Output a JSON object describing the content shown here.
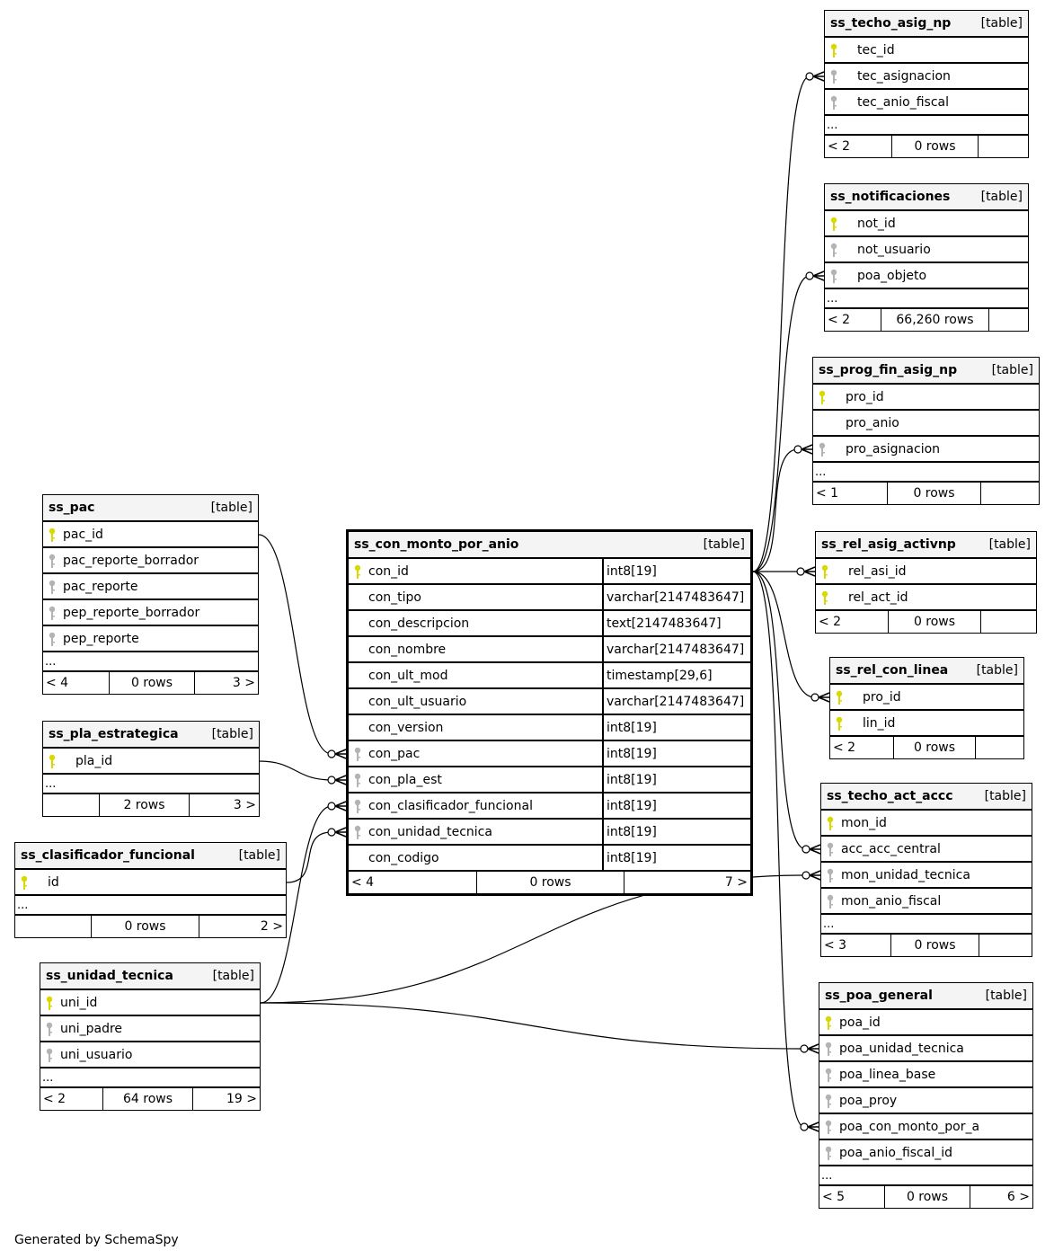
{
  "footer": "Generated by SchemaSpy",
  "colors": {
    "primary_key": "#d9d900",
    "foreign_key": "#b3b3b3",
    "header_bg": "#f4f4f4",
    "line": "#000000"
  },
  "tables": {
    "ss_techo_asig_np": {
      "name": "ss_techo_asig_np",
      "kind": "[table]",
      "columns": [
        {
          "name": "tec_id",
          "key": "pk"
        },
        {
          "name": "tec_asignacion",
          "key": "fk"
        },
        {
          "name": "tec_anio_fiscal",
          "key": "fk"
        }
      ],
      "ellipsis": "...",
      "parents": "< 2",
      "rows": "0 rows",
      "children": ""
    },
    "ss_notificaciones": {
      "name": "ss_notificaciones",
      "kind": "[table]",
      "columns": [
        {
          "name": "not_id",
          "key": "pk"
        },
        {
          "name": "not_usuario",
          "key": "fk"
        },
        {
          "name": "poa_objeto",
          "key": "fk"
        }
      ],
      "ellipsis": "...",
      "parents": "< 2",
      "rows": "66,260 rows",
      "children": ""
    },
    "ss_prog_fin_asig_np": {
      "name": "ss_prog_fin_asig_np",
      "kind": "[table]",
      "columns": [
        {
          "name": "pro_id",
          "key": "pk"
        },
        {
          "name": "pro_anio",
          "key": ""
        },
        {
          "name": "pro_asignacion",
          "key": "fk"
        }
      ],
      "ellipsis": "...",
      "parents": "< 1",
      "rows": "0 rows",
      "children": ""
    },
    "ss_rel_asig_activnp": {
      "name": "ss_rel_asig_activnp",
      "kind": "[table]",
      "columns": [
        {
          "name": "rel_asi_id",
          "key": "pk"
        },
        {
          "name": "rel_act_id",
          "key": "pk"
        }
      ],
      "parents": "< 2",
      "rows": "0 rows",
      "children": ""
    },
    "ss_rel_con_linea": {
      "name": "ss_rel_con_linea",
      "kind": "[table]",
      "columns": [
        {
          "name": "pro_id",
          "key": "pk"
        },
        {
          "name": "lin_id",
          "key": "pk"
        }
      ],
      "parents": "< 2",
      "rows": "0 rows",
      "children": ""
    },
    "ss_techo_act_accc": {
      "name": "ss_techo_act_accc",
      "kind": "[table]",
      "columns": [
        {
          "name": "mon_id",
          "key": "pk"
        },
        {
          "name": "acc_acc_central",
          "key": "fk"
        },
        {
          "name": "mon_unidad_tecnica",
          "key": "fk"
        },
        {
          "name": "mon_anio_fiscal",
          "key": "fk"
        }
      ],
      "ellipsis": "...",
      "parents": "< 3",
      "rows": "0 rows",
      "children": ""
    },
    "ss_poa_general": {
      "name": "ss_poa_general",
      "kind": "[table]",
      "columns": [
        {
          "name": "poa_id",
          "key": "pk"
        },
        {
          "name": "poa_unidad_tecnica",
          "key": "fk"
        },
        {
          "name": "poa_linea_base",
          "key": "fk"
        },
        {
          "name": "poa_proy",
          "key": "fk"
        },
        {
          "name": "poa_con_monto_por_a",
          "key": "fk"
        },
        {
          "name": "poa_anio_fiscal_id",
          "key": "fk"
        }
      ],
      "ellipsis": "...",
      "parents": "< 5",
      "rows": "0 rows",
      "children": "6 >"
    },
    "ss_con_monto_por_anio": {
      "name": "ss_con_monto_por_anio",
      "kind": "[table]",
      "columns": [
        {
          "name": "con_id",
          "type": "int8[19]",
          "key": "pk"
        },
        {
          "name": "con_tipo",
          "type": "varchar[2147483647]",
          "key": ""
        },
        {
          "name": "con_descripcion",
          "type": "text[2147483647]",
          "key": ""
        },
        {
          "name": "con_nombre",
          "type": "varchar[2147483647]",
          "key": ""
        },
        {
          "name": "con_ult_mod",
          "type": "timestamp[29,6]",
          "key": ""
        },
        {
          "name": "con_ult_usuario",
          "type": "varchar[2147483647]",
          "key": ""
        },
        {
          "name": "con_version",
          "type": "int8[19]",
          "key": ""
        },
        {
          "name": "con_pac",
          "type": "int8[19]",
          "key": "fk"
        },
        {
          "name": "con_pla_est",
          "type": "int8[19]",
          "key": "fk"
        },
        {
          "name": "con_clasificador_funcional",
          "type": "int8[19]",
          "key": "fk"
        },
        {
          "name": "con_unidad_tecnica",
          "type": "int8[19]",
          "key": "fk"
        },
        {
          "name": "con_codigo",
          "type": "int8[19]",
          "key": ""
        }
      ],
      "parents": "< 4",
      "rows": "0 rows",
      "children": "7 >"
    },
    "ss_pac": {
      "name": "ss_pac",
      "kind": "[table]",
      "columns": [
        {
          "name": "pac_id",
          "key": "pk"
        },
        {
          "name": "pac_reporte_borrador",
          "key": "fk"
        },
        {
          "name": "pac_reporte",
          "key": "fk"
        },
        {
          "name": "pep_reporte_borrador",
          "key": "fk"
        },
        {
          "name": "pep_reporte",
          "key": "fk"
        }
      ],
      "ellipsis": "...",
      "parents": "< 4",
      "rows": "0 rows",
      "children": "3 >"
    },
    "ss_pla_estrategica": {
      "name": "ss_pla_estrategica",
      "kind": "[table]",
      "columns": [
        {
          "name": "pla_id",
          "key": "pk"
        }
      ],
      "ellipsis": "...",
      "parents": "",
      "rows": "2 rows",
      "children": "3 >"
    },
    "ss_clasificador_funcional": {
      "name": "ss_clasificador_funcional",
      "kind": "[table]",
      "columns": [
        {
          "name": "id",
          "key": "pk"
        }
      ],
      "ellipsis": "...",
      "parents": "",
      "rows": "0 rows",
      "children": "2 >"
    },
    "ss_unidad_tecnica": {
      "name": "ss_unidad_tecnica",
      "kind": "[table]",
      "columns": [
        {
          "name": "uni_id",
          "key": "pk"
        },
        {
          "name": "uni_padre",
          "key": "fk"
        },
        {
          "name": "uni_usuario",
          "key": "fk"
        }
      ],
      "ellipsis": "...",
      "parents": "< 2",
      "rows": "64 rows",
      "children": "19 >"
    }
  },
  "relationships": [
    {
      "from": "ss_con_monto_por_anio.con_id",
      "to": "ss_techo_asig_np.tec_asignacion"
    },
    {
      "from": "ss_con_monto_por_anio.con_id",
      "to": "ss_notificaciones.poa_objeto"
    },
    {
      "from": "ss_con_monto_por_anio.con_id",
      "to": "ss_prog_fin_asig_np.pro_asignacion"
    },
    {
      "from": "ss_con_monto_por_anio.con_id",
      "to": "ss_rel_asig_activnp.rel_asi_id"
    },
    {
      "from": "ss_con_monto_por_anio.con_id",
      "to": "ss_rel_con_linea.pro_id"
    },
    {
      "from": "ss_con_monto_por_anio.con_id",
      "to": "ss_techo_act_accc.acc_acc_central"
    },
    {
      "from": "ss_con_monto_por_anio.con_id",
      "to": "ss_poa_general.poa_con_monto_por_a"
    },
    {
      "from": "ss_pac.pac_id",
      "to": "ss_con_monto_por_anio.con_pac"
    },
    {
      "from": "ss_pla_estrategica.pla_id",
      "to": "ss_con_monto_por_anio.con_pla_est"
    },
    {
      "from": "ss_clasificador_funcional.id",
      "to": "ss_con_monto_por_anio.con_unidad_tecnica"
    },
    {
      "from": "ss_unidad_tecnica.uni_id",
      "to": "ss_con_monto_por_anio.con_clasificador_funcional"
    },
    {
      "from": "ss_unidad_tecnica.uni_id",
      "to": "ss_techo_act_accc.mon_unidad_tecnica"
    },
    {
      "from": "ss_unidad_tecnica.uni_id",
      "to": "ss_poa_general.poa_unidad_tecnica"
    }
  ]
}
